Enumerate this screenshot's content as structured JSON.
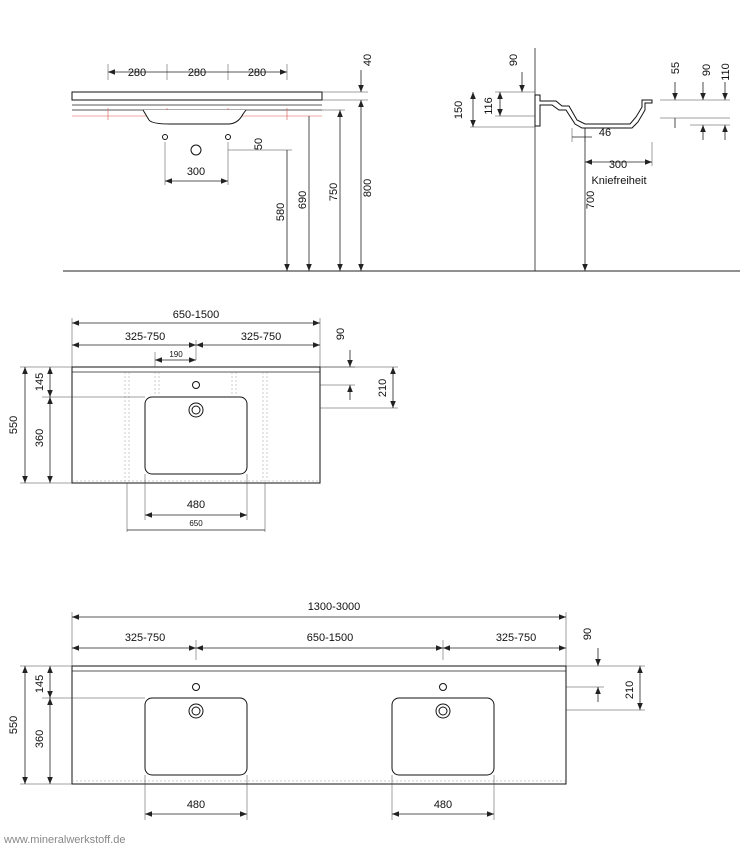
{
  "side_view": {
    "spacing_labels": [
      "280",
      "280",
      "280"
    ],
    "top_thickness": "40",
    "tap_spacing": "300",
    "drain_offset": "50",
    "heights": [
      "580",
      "690",
      "750",
      "800"
    ]
  },
  "section_view": {
    "depth_labels": [
      "90",
      "150",
      "116"
    ],
    "rim_labels": [
      "55",
      "90",
      "110"
    ],
    "bowl_offset": "46",
    "knee_clearance_value": "300",
    "knee_clearance_label": "Kniefreiheit",
    "height": "700"
  },
  "single_plan": {
    "overall_width": "650-1500",
    "left_width": "325-750",
    "right_width": "325-750",
    "tap_offset": "190",
    "back_depth": "90",
    "depth": "550",
    "tap_depth": "145",
    "bowl_depth": "360",
    "bowl_front": "210",
    "bowl_width": "480",
    "cabinet_width": "650"
  },
  "double_plan": {
    "overall_width": "1300-3000",
    "left_width": "325-750",
    "middle_width": "650-1500",
    "right_width": "325-750",
    "back_depth": "90",
    "depth": "550",
    "tap_depth": "145",
    "bowl_depth": "360",
    "bowl_front": "210",
    "bowl_width_left": "480",
    "bowl_width_right": "480"
  },
  "watermark": "www.mineralwerkstoff.de"
}
